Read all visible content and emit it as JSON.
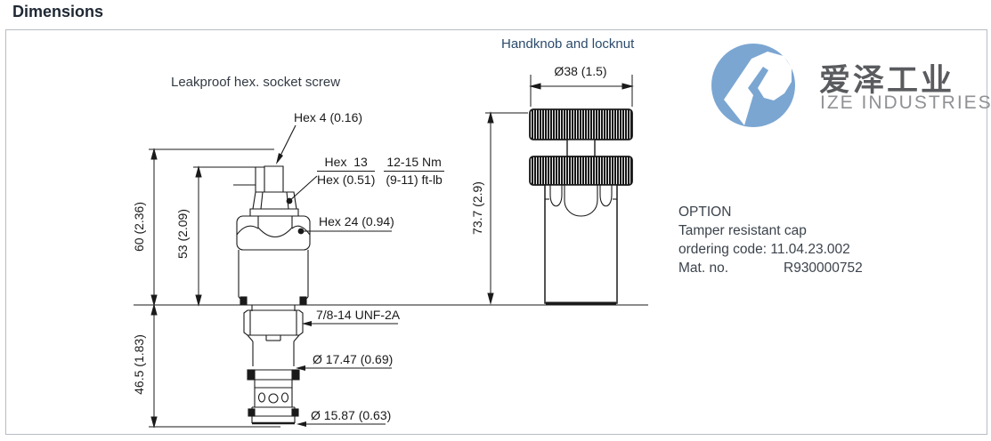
{
  "page": {
    "title": "Dimensions"
  },
  "logo": {
    "zh": "爱泽工业",
    "en": "IZE INDUSTRIES"
  },
  "left_drawing": {
    "title": "Leakproof hex. socket screw",
    "callouts": {
      "hex4": "Hex 4 (0.16)",
      "hex13_num": "Hex  13",
      "hex13_den": "Hex (0.51)",
      "torque_num": "12-15 Nm",
      "torque_den": "(9-11) ft-lb",
      "hex24": "Hex 24 (0.94)",
      "thread": "7/8-14 UNF-2A",
      "dia_17": "Ø 17.47 (0.69)",
      "dia_15": "Ø 15.87 (0.63)"
    },
    "dimensions": {
      "total_height": "60 (2.36)",
      "adjust_height": "53 (2.09)",
      "cartridge_depth": "46.5 (1.83)"
    }
  },
  "right_drawing": {
    "title": "Handknob and locknut",
    "dimensions": {
      "knob_diameter": "Ø38 (1.5)",
      "height": "73.7 (2.9)"
    }
  },
  "option": {
    "heading": "OPTION",
    "description": "Tamper resistant cap",
    "ordering_code_label": "ordering code:",
    "ordering_code": "11.04.23.002",
    "mat_no_label": "Mat. no.",
    "mat_no": "R930000752"
  },
  "colors": {
    "line": "#1a1a1a",
    "box_border": "#b6bdc4",
    "heading": "#1f2833",
    "left_title": "#333a44",
    "right_title": "#2b4b6b",
    "logo_blue": "#7ba6d2",
    "logo_text": "#595b5e",
    "logo_subtext": "#8f9194"
  }
}
